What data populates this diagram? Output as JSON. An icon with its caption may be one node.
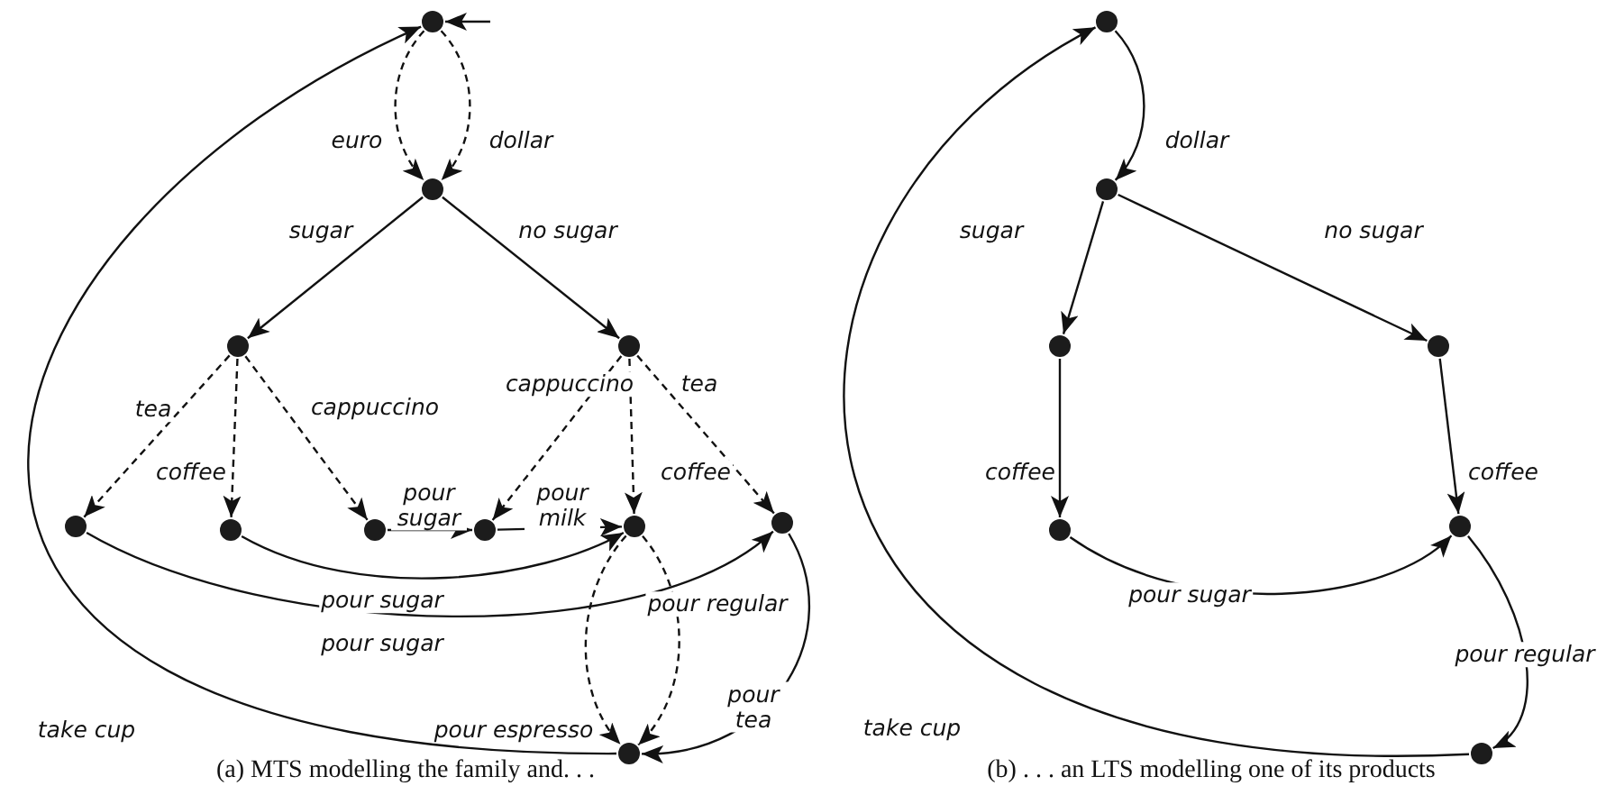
{
  "diagram": {
    "nodes": [
      {
        "text": [],
        "shape": "circle"
      },
      {
        "text": [],
        "shape": "circle"
      },
      {
        "text": [],
        "shape": "circle"
      },
      {
        "text": [],
        "shape": "circle"
      },
      {
        "text": [],
        "shape": "circle"
      },
      {
        "text": [],
        "shape": "circle"
      },
      {
        "text": [],
        "shape": "circle"
      },
      {
        "text": [],
        "shape": "circle"
      },
      {
        "text": [],
        "shape": "circle"
      },
      {
        "text": [],
        "shape": "circle"
      },
      {
        "text": [],
        "shape": "circle"
      },
      {
        "text": [],
        "shape": "circle"
      },
      {
        "text": [],
        "shape": "circle"
      },
      {
        "text": [],
        "shape": "circle"
      },
      {
        "text": [],
        "shape": "circle"
      },
      {
        "text": [],
        "shape": "circle"
      },
      {
        "text": [],
        "shape": "circle"
      },
      {
        "text": [],
        "shape": "circle"
      }
    ],
    "edges": [
      {
        "from": null,
        "to": 0,
        "arrow": "to"
      },
      {
        "from": 0,
        "to": 1,
        "arrow": "to",
        "label": "euro",
        "style": "dashed"
      },
      {
        "from": 0,
        "to": 1,
        "arrow": "to",
        "label": "dollar",
        "style": "dashed"
      },
      {
        "from": 1,
        "to": 2,
        "arrow": "to",
        "label": "sugar"
      },
      {
        "from": 1,
        "to": 3,
        "arrow": "to",
        "label": "no sugar"
      },
      {
        "from": 2,
        "to": 4,
        "arrow": "to",
        "label": "tea",
        "style": "dashed"
      },
      {
        "from": 2,
        "to": 5,
        "arrow": "to",
        "label": "coffee",
        "style": "dashed"
      },
      {
        "from": 2,
        "to": 6,
        "arrow": "to",
        "label": "cappuccino",
        "style": "dashed"
      },
      {
        "from": 3,
        "to": 7,
        "arrow": "to",
        "label": "cappuccino",
        "style": "dashed"
      },
      {
        "from": 3,
        "to": 8,
        "arrow": "to",
        "label": "coffee",
        "style": "dashed"
      },
      {
        "from": 3,
        "to": 9,
        "arrow": "to",
        "label": "tea",
        "style": "dashed"
      },
      {
        "from": 6,
        "to": 7,
        "arrow": "to",
        "label": "pour sugar"
      },
      {
        "from": 7,
        "to": 8,
        "arrow": "to",
        "label": "pour milk"
      },
      {
        "from": 5,
        "to": 8,
        "arrow": "to",
        "label": "pour sugar"
      },
      {
        "from": 4,
        "to": 9,
        "arrow": "to",
        "label": "pour sugar"
      },
      {
        "from": 8,
        "to": 10,
        "arrow": "to",
        "label": "pour espresso",
        "style": "dashed"
      },
      {
        "from": 8,
        "to": 10,
        "arrow": "to",
        "label": "pour regular",
        "style": "dashed"
      },
      {
        "from": 9,
        "to": 10,
        "arrow": "to",
        "label": "pour tea"
      },
      {
        "from": 10,
        "to": 0,
        "arrow": "to",
        "label": "take cup"
      },
      {
        "from": 11,
        "to": 12,
        "arrow": "to",
        "label": "dollar"
      },
      {
        "from": 12,
        "to": 13,
        "arrow": "to",
        "label": "sugar"
      },
      {
        "from": 12,
        "to": 14,
        "arrow": "to",
        "label": "no sugar"
      },
      {
        "from": 13,
        "to": 15,
        "arrow": "to",
        "label": "coffee"
      },
      {
        "from": 14,
        "to": 16,
        "arrow": "to",
        "label": "coffee"
      },
      {
        "from": 15,
        "to": 16,
        "arrow": "to",
        "label": "pour sugar"
      },
      {
        "from": 16,
        "to": 17,
        "arrow": "to",
        "label": "pour regular"
      },
      {
        "from": 17,
        "to": 11,
        "arrow": "to",
        "label": "take cup"
      }
    ],
    "labels": [
      "(a) MTS modelling the family and. . .",
      "(b) . . . an LTS modelling one of its products"
    ]
  }
}
